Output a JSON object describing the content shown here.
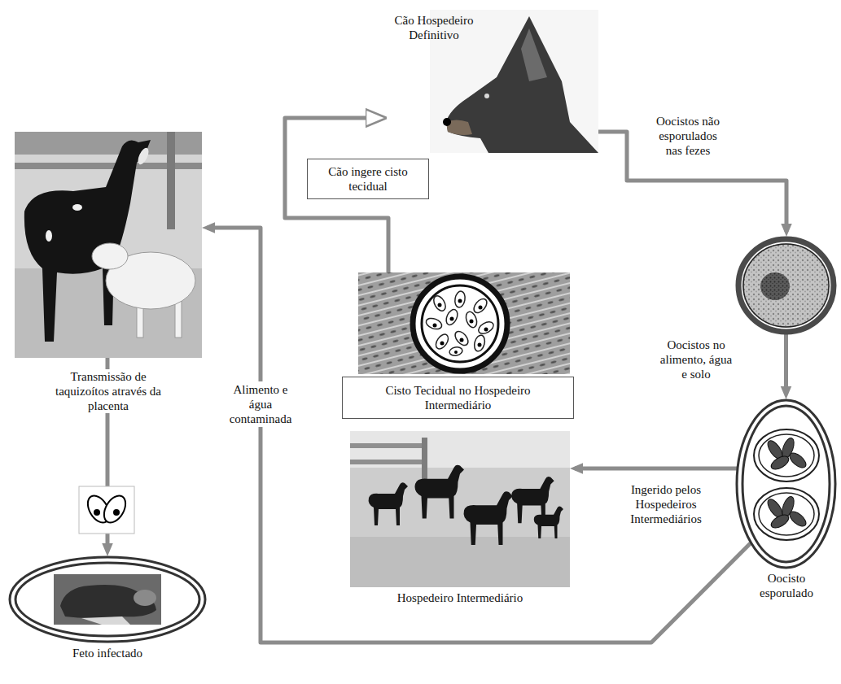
{
  "diagram": {
    "nodes": [
      {
        "text": [
          "Transmissão de taquizoítos através da placenta"
        ]
      },
      {
        "text": [
          "Cão Hospedeiro Definitivo"
        ]
      },
      {
        "text": [
          "Oocistos não esporulados nas fezes"
        ]
      },
      {
        "text": [
          "Cisto Tecidual no Hospedeiro Intermediário"
        ]
      },
      {
        "text": [
          "Oocisto esporulado"
        ]
      },
      {
        "text": [
          "Hospedeiro Intermediário"
        ]
      },
      {
        "text": [
          "Feto infectado"
        ]
      }
    ],
    "edges": [
      {
        "from": 3,
        "to": 1,
        "arrow": "to",
        "label": "Cão ingere cisto tecidual"
      },
      {
        "from": 1,
        "to": 2,
        "arrow": "to"
      },
      {
        "from": 2,
        "to": 4,
        "arrow": "to",
        "label": "Oocistos no alimento, água e solo"
      },
      {
        "from": 4,
        "to": 5,
        "arrow": "to",
        "label": "Ingerido pelos Hospedeiros Intermediários"
      },
      {
        "from": 4,
        "to": 0,
        "arrow": "to",
        "label": "Alimento e água contaminada"
      },
      {
        "from": 0,
        "to": 6,
        "arrow": "to"
      }
    ]
  }
}
